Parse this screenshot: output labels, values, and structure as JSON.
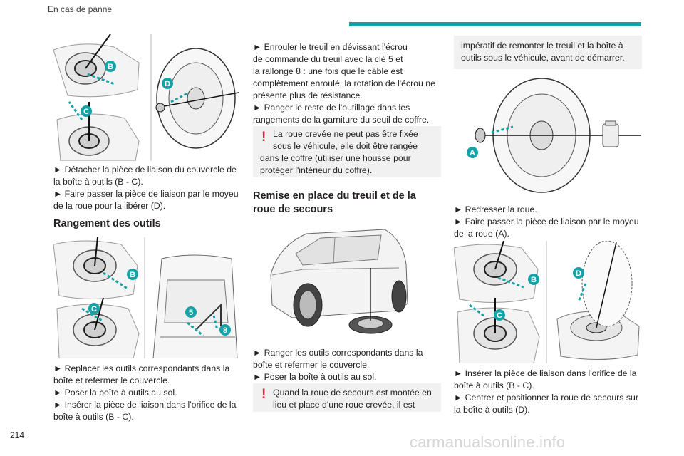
{
  "header": {
    "section": "En cas de panne",
    "accent_color": "#16a3a8"
  },
  "page_number": "214",
  "watermark": "carmanualsonline.info",
  "col1": {
    "para1": [
      "► Détacher la pièce de liaison du couvercle de",
      "la boîte à outils (B - C).",
      "► Faire passer la pièce de liaison par le moyeu",
      "de la roue pour la libérer (D)."
    ],
    "heading": "Rangement des outils",
    "para2": [
      "► Replacer les outils correspondants dans la",
      "boîte et refermer le couvercle.",
      "► Poser la boîte à outils au sol.",
      "► Insérer la pièce de liaison dans l'orifice de la",
      "boîte à outils (B - C)."
    ],
    "fig1_labels": [
      "B",
      "C",
      "D"
    ],
    "fig2_labels": [
      "B",
      "C",
      "5",
      "8"
    ]
  },
  "col2": {
    "para1": [
      "► Enrouler le treuil en dévissant l'écrou",
      "de commande du treuil avec la clé 5 et",
      "la rallonge 8 : une fois que le câble est",
      "complètement enroulé, la rotation de l'écrou ne",
      "présente plus de résistance.",
      "► Ranger le reste de l'outillage dans les",
      "rangements de la garniture du seuil de coffre."
    ],
    "warning1": [
      "La roue crevée ne peut pas être fixée",
      "sous le véhicule, elle doit être rangée",
      "dans le coffre (utiliser une housse pour",
      "protéger l'intérieur du coffre)."
    ],
    "heading": [
      "Remise en place du treuil et de la",
      "roue de secours"
    ],
    "para2": [
      "► Ranger les outils correspondants dans la",
      "boîte et refermer le couvercle.",
      "► Poser la boîte à outils au sol."
    ],
    "warning2": [
      "Quand la roue de secours est montée en",
      "lieu et place d'une roue crevée, il est"
    ],
    "warning_color": "#e01e3c"
  },
  "col3": {
    "note": [
      "impératif de remonter le treuil et la boîte à",
      "outils sous le véhicule, avant de démarrer."
    ],
    "fig_wheel_label": "A",
    "para1": [
      "► Redresser la roue.",
      "► Faire passer la pièce de liaison par le moyeu",
      "de la roue (A)."
    ],
    "fig_box_labels": [
      "B",
      "C",
      "D"
    ],
    "para2": [
      "► Insérer la pièce de liaison dans l'orifice de la",
      "boîte à outils (B - C).",
      "► Centrer et positionner la roue de secours sur",
      "la boîte à outils (D)."
    ],
    "badge_color": "#16a3a8"
  }
}
